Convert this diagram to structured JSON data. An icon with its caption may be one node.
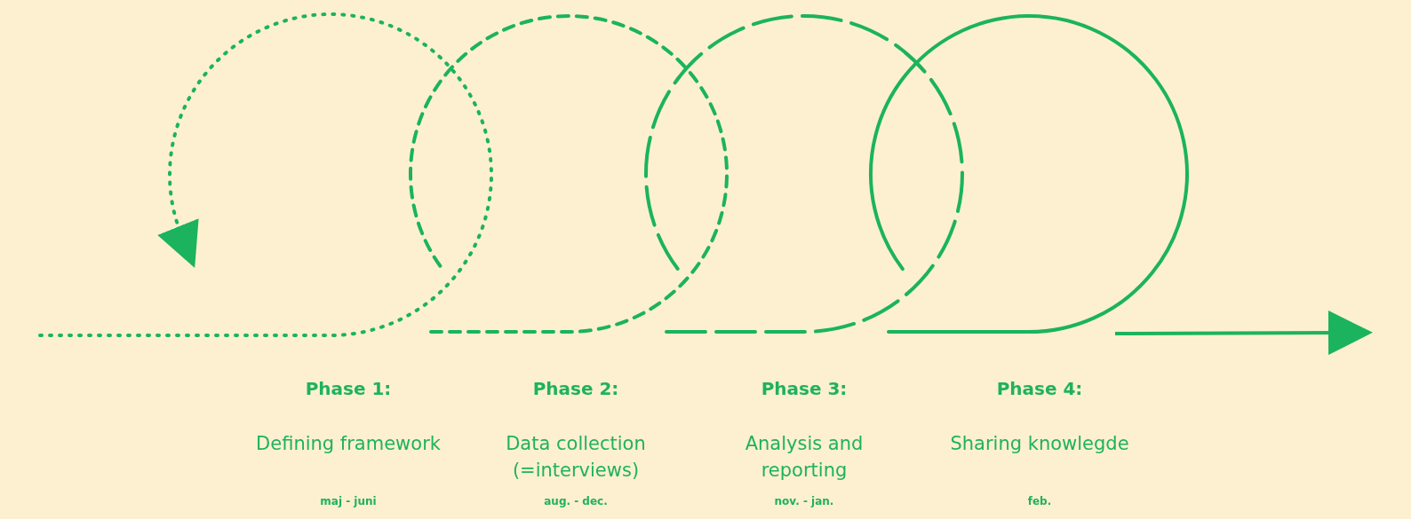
{
  "diagram": {
    "labels": [
      "Phase 1:",
      "Defining framework",
      "maj - juni",
      "Phase 2:",
      "Data collection (=interviews)",
      "aug. - dec.",
      "Phase 3:",
      "Analysis and reporting",
      "nov. - jan.",
      "Phase 4:",
      "Sharing knowlegde",
      "feb."
    ]
  }
}
